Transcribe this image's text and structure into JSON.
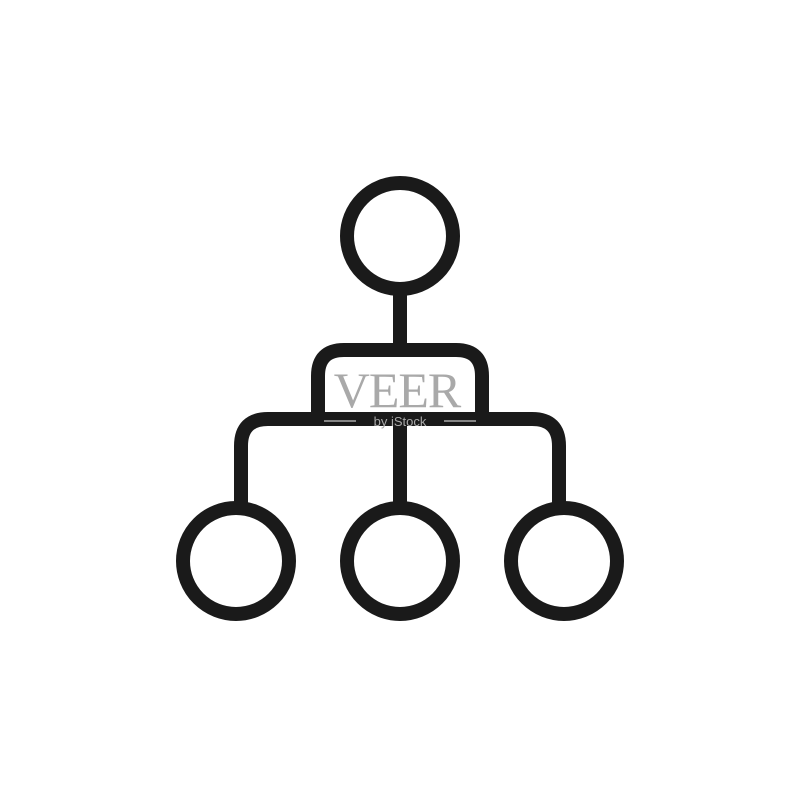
{
  "diagram": {
    "type": "hierarchy",
    "icon": "org-chart-icon",
    "colors": {
      "stroke": "#1a1a1a",
      "background": "#ffffff",
      "watermark": "#a9a9a9"
    },
    "nodes": [
      {
        "id": "root",
        "label": ""
      },
      {
        "id": "child-left",
        "label": ""
      },
      {
        "id": "child-middle",
        "label": ""
      },
      {
        "id": "child-right",
        "label": ""
      }
    ],
    "edges": [
      {
        "from": "root",
        "to": "child-left"
      },
      {
        "from": "root",
        "to": "child-middle"
      },
      {
        "from": "root",
        "to": "child-right"
      }
    ]
  },
  "watermark": {
    "brand": "VEER",
    "tagline": "by iStock"
  }
}
